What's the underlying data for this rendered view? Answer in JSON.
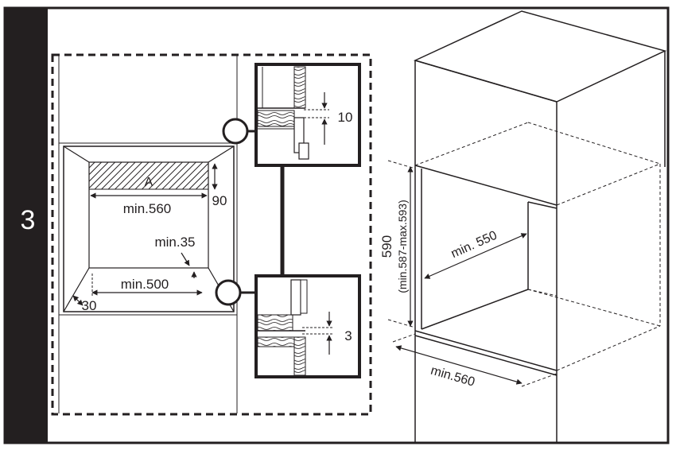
{
  "step": {
    "number": "3"
  },
  "colors": {
    "ink": "#231f20",
    "background": "#ffffff",
    "step_bar": "#231f20"
  },
  "left_detail": {
    "label_a": "A",
    "dim_top_width": "min.560",
    "dim_top_gap": "90",
    "dim_back_gap": "min.35",
    "dim_bottom_width": "min.500",
    "dim_side": "30"
  },
  "callouts": {
    "upper_gap": "10",
    "lower_gap": "3"
  },
  "right_detail": {
    "dim_height": "590",
    "dim_height_range": "(min.587-max.593)",
    "dim_depth": "min. 550",
    "dim_width": "min.560"
  }
}
